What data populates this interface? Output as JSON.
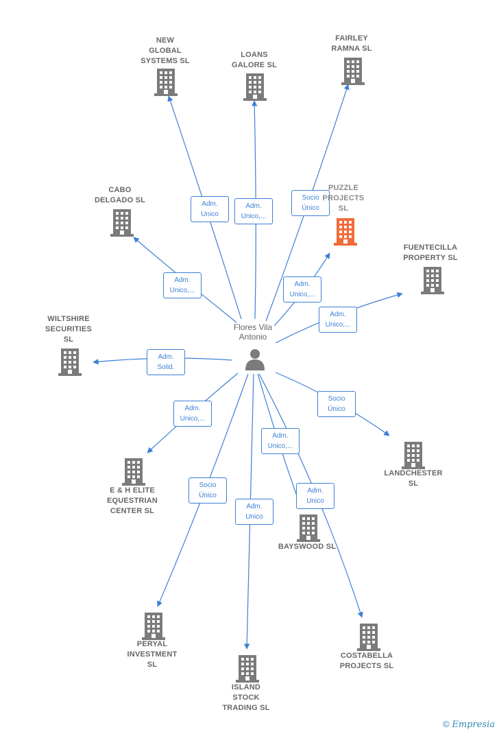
{
  "center": {
    "label": "Flores Vila\nAntonio",
    "icon": "person-icon"
  },
  "colors": {
    "edge": "#3d7fd6",
    "building": "#7b7b7b",
    "highlight": "#f26b3a",
    "text": "#666666"
  },
  "companies": [
    {
      "id": "new-global",
      "label": "NEW\nGLOBAL\nSYSTEMS SL",
      "role": "Adm.\nUnico"
    },
    {
      "id": "loans-galore",
      "label": "LOANS\nGALORE  SL",
      "role": "Adm.\nUnico,..."
    },
    {
      "id": "fairley",
      "label": "FAIRLEY\nRAMNA  SL",
      "role": "Socio\nÚnico"
    },
    {
      "id": "puzzle",
      "label": "PUZZLE\nPROJECTS\nSL",
      "role": "Adm.\nUnico,...",
      "highlight": true
    },
    {
      "id": "cabo",
      "label": "CABO\nDELGADO SL",
      "role": "Adm.\nUnico,..."
    },
    {
      "id": "fuentecilla",
      "label": "FUENTECILLA\nPROPERTY  SL",
      "role": "Adm.\nUnico,..."
    },
    {
      "id": "wiltshire",
      "label": "WILTSHIRE\nSECURITIES\nSL",
      "role": "Adm.\nSolid."
    },
    {
      "id": "landchester",
      "label": "LANDCHESTER\nSL",
      "role": "Socio\nÚnico"
    },
    {
      "id": "eh-elite",
      "label": "E & H ELITE\nEQUESTRIAN\nCENTER  SL",
      "role": "Adm.\nUnico,..."
    },
    {
      "id": "bayswood",
      "label": "BAYSWOOD  SL",
      "role": "Adm.\nUnico,..."
    },
    {
      "id": "costabella",
      "label": "COSTABELLA\nPROJECTS  SL",
      "role": "Adm.\nUnico"
    },
    {
      "id": "peryal",
      "label": "PERYAL\nINVESTMENT\nSL",
      "role": "Socio\nÚnico"
    },
    {
      "id": "island",
      "label": "ISLAND\nSTOCK\nTRADING SL",
      "role": "Adm.\nUnico"
    }
  ],
  "footer": {
    "symbol": "©",
    "brand": "Empresia"
  }
}
